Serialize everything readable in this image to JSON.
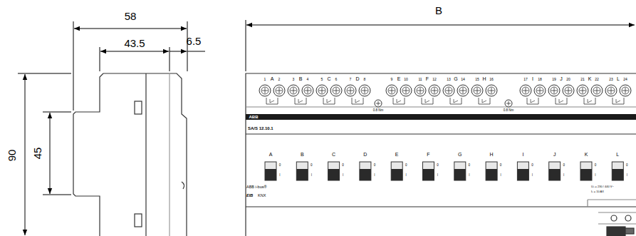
{
  "diagram": {
    "labels": [
      "58",
      "43.5",
      "6.5",
      "90",
      "45",
      "B",
      "1",
      "A",
      "2",
      "3",
      "B",
      "4",
      "5",
      "C",
      "6",
      "7",
      "D",
      "8",
      "9",
      "E",
      "10",
      "11",
      "F",
      "12",
      "13",
      "G",
      "14",
      "15",
      "H",
      "16",
      "17",
      "I",
      "18",
      "19",
      "J",
      "20",
      "21",
      "K",
      "22",
      "23",
      "L",
      "24",
      "0.8 Nm",
      "0.8 Nm",
      "ABB",
      "SA/S 12.10.1",
      "A",
      "B",
      "C",
      "D",
      "E",
      "F",
      "G",
      "H",
      "I",
      "J",
      "K",
      "L",
      "0",
      "I",
      "0",
      "I",
      "0",
      "I",
      "0",
      "I",
      "0",
      "I",
      "0",
      "I",
      "0",
      "I",
      "0",
      "I",
      "0",
      "I",
      "0",
      "I",
      "0",
      "I",
      "0",
      "I",
      "ABB i-bus®",
      "EIB",
      "KNX",
      "Uₙ = 230 / 440 V~",
      "Iₙ = 10 AX"
    ]
  }
}
